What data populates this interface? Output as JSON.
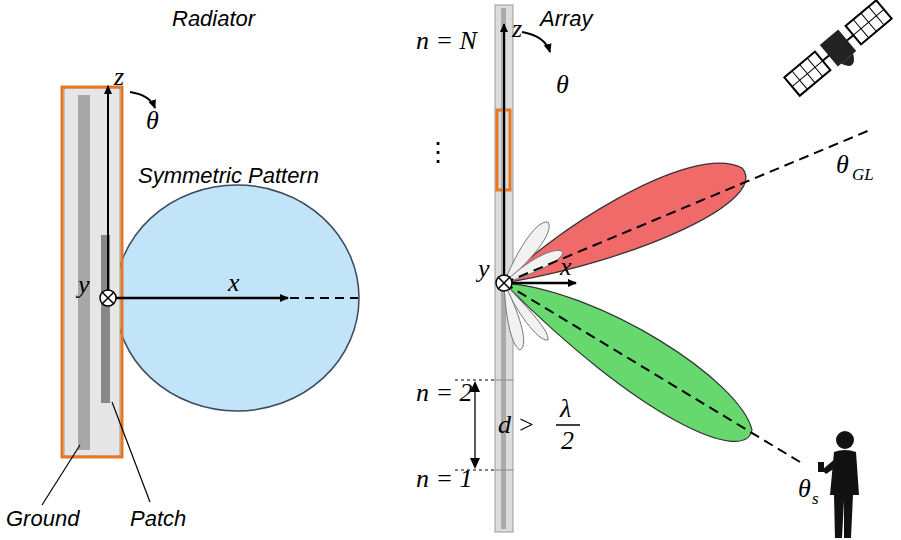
{
  "diagram": {
    "labels": [
      "Radiator",
      "Array",
      "z",
      "θ",
      "Symmetric Pattern",
      "y",
      "x",
      "Ground",
      "Patch",
      "n = N",
      "z",
      "θ",
      "⋮",
      "y",
      "x",
      "θ",
      "GL",
      "θ",
      "s",
      "n = 2",
      "n = 1",
      "d >",
      "λ",
      "2"
    ]
  }
}
